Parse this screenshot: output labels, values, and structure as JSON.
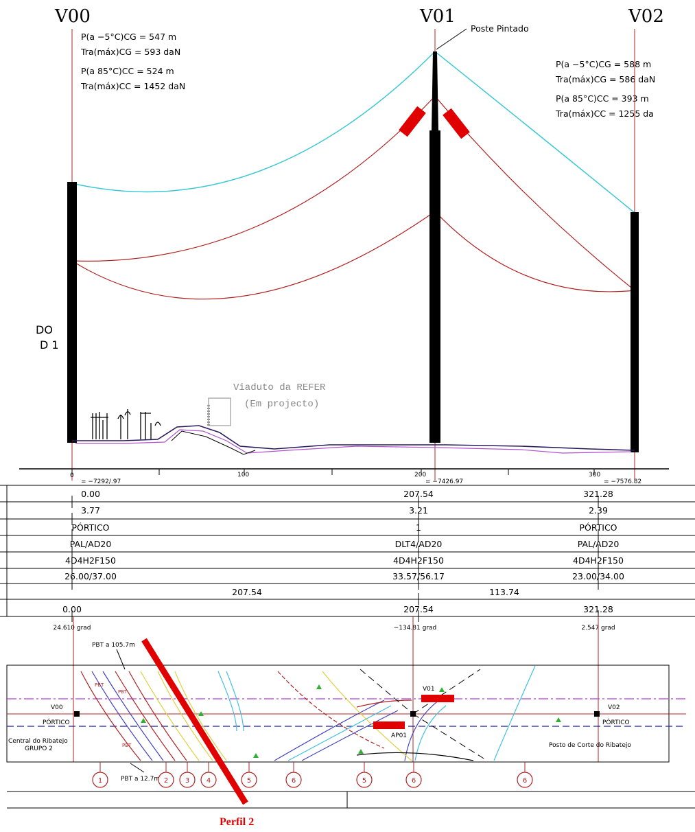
{
  "supports": [
    {
      "id": "V00",
      "notes": [
        "P(a −5°C)CG = 547 m",
        "Tra(máx)CG = 593 daN",
        "P(a 85°C)CC = 524 m",
        "Tra(máx)CC = 1452 daN"
      ]
    },
    {
      "id": "V01",
      "callout": "Poste Pintado"
    },
    {
      "id": "V02",
      "notes": [
        "P(a −5°C)CG = 588 m",
        "Tra(máx)CG = 586 daN",
        "P(a 85°C)CC = 393 m",
        "Tra(máx)CC = 1255 da"
      ]
    }
  ],
  "profile": {
    "cut_text": [
      "DO",
      "D 1"
    ],
    "viaduct": [
      "Viaduto da REFER",
      "(Em projecto)"
    ],
    "scale_ticks": [
      "0",
      "100",
      "200",
      "300"
    ],
    "cut_coords": [
      "=  −7292/.97",
      "=  −7426.97",
      "=  −7576.82"
    ],
    "colors": {
      "ground_wire": "#3cc8d2",
      "conductor": "#b02020",
      "pole": "#000000",
      "insulator": "#e00000"
    }
  },
  "table": {
    "rows": [
      [
        "0.00",
        "207.54",
        "321.28"
      ],
      [
        "3.77",
        "3.21",
        "2.39"
      ],
      [
        "PÓRTICO",
        "1",
        "PÓRTICO"
      ],
      [
        "PAL/AD20",
        "DLT4/AD20",
        "PAL/AD20"
      ],
      [
        "4D4H2F150",
        "4D4H2F150",
        "4D4H2F150"
      ],
      [
        "26.00/37.00",
        "33.57/56.17",
        "23.00/34.00"
      ]
    ],
    "spans": [
      "207.54",
      "113.74"
    ],
    "cumulative": [
      "0.00",
      "207.54",
      "321.28"
    ],
    "angles": [
      "24.610 grad",
      "−134.81 grad",
      "2.547 grad"
    ]
  },
  "plan": {
    "pbt_top": "PBT a 105.7m",
    "pbt_bottom": "PBT a 12.7m",
    "pbt_tag": "PBT",
    "v00": "V00",
    "v00_type": "PÓRTICO",
    "v01": "V01",
    "ap01": "AP01",
    "v02": "V02",
    "v02_type": "PÓRTICO",
    "origin": [
      "Central do Ribatejo",
      "GRUPO 2"
    ],
    "destination": "Posto de Corte do Ribatejo",
    "circles": [
      "1",
      "2",
      "3",
      "4",
      "5",
      "6",
      "5",
      "6",
      "6"
    ]
  },
  "caption": "Perfil 2"
}
